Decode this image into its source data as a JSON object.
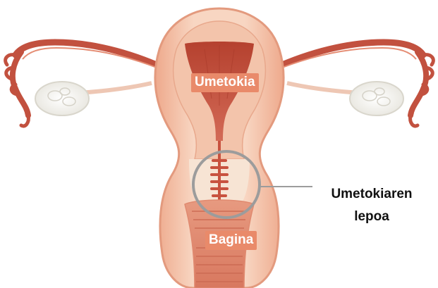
{
  "colors": {
    "label_background": "#e98a6a",
    "label_text": "#ffffff",
    "callout_circle": "#9c9c9c",
    "callout_text": "#111111",
    "uterus_outer": "#f6cdb6",
    "uterus_inner": "#c24e3e",
    "tube": "#c2513f",
    "ovary": "#f3f3ef"
  },
  "labels": {
    "uterus": "Umetokia",
    "vagina": "Bagina",
    "cervix_line1": "Umetokiaren",
    "cervix_line2": "lepoa"
  },
  "icons": {
    "anatomy": "uterus-anatomy-illustration",
    "callout": "callout-circle-icon"
  }
}
